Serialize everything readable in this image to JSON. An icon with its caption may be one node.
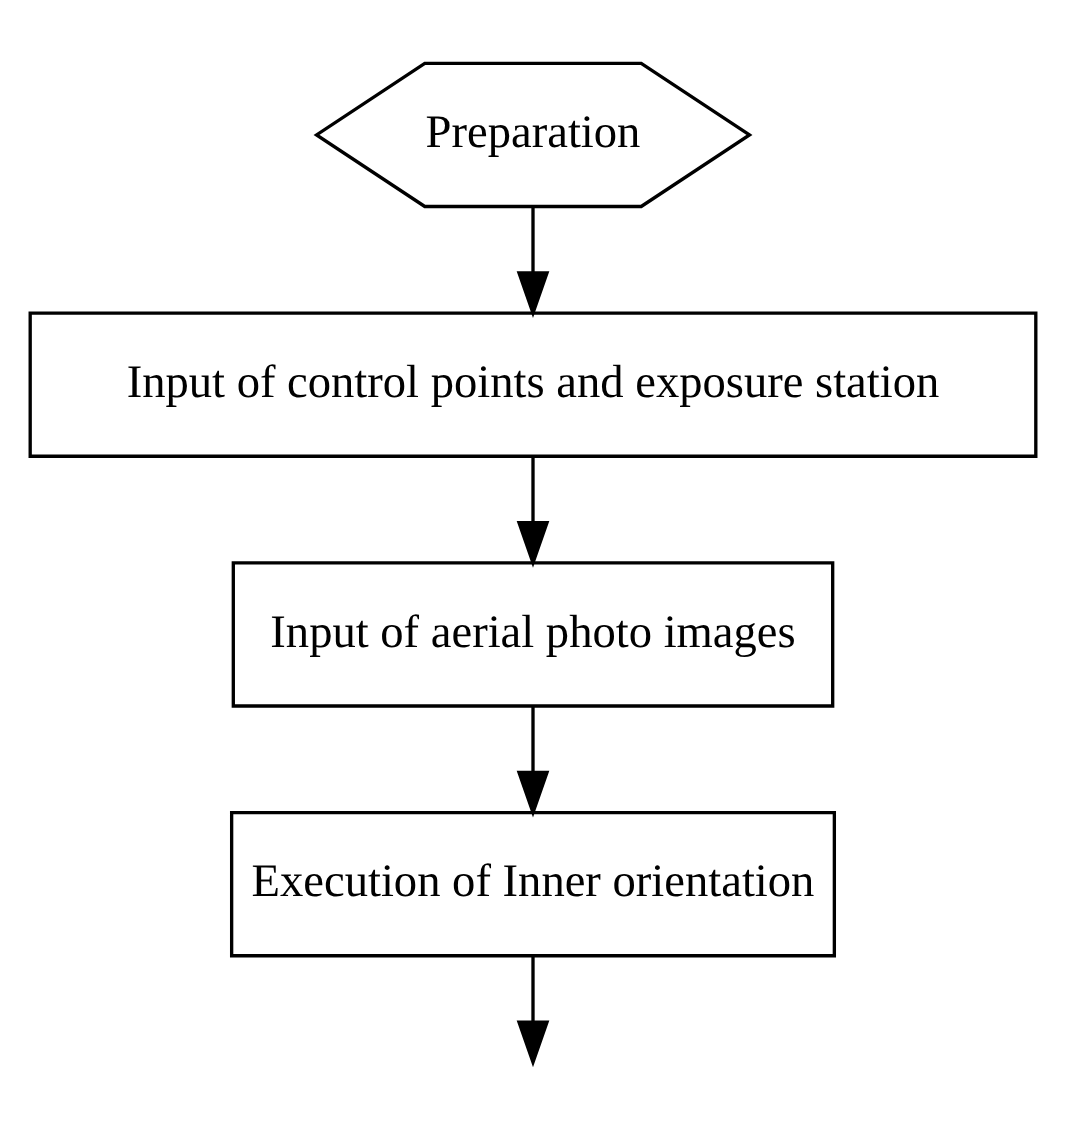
{
  "diagram": {
    "nodes": [
      {
        "text": [
          "Preparation"
        ]
      },
      {
        "text": [
          "Input of control points and exposure station"
        ]
      },
      {
        "text": [
          "Input of aerial photo images"
        ]
      },
      {
        "text": [
          "Execution of Inner orientation"
        ]
      }
    ],
    "edges": [
      {
        "from": 0,
        "to": 1,
        "arrow": "to"
      },
      {
        "from": 1,
        "to": 2,
        "arrow": "to"
      },
      {
        "from": 2,
        "to": 3,
        "arrow": "to"
      },
      {
        "from": 3,
        "to": null,
        "arrow": "to"
      }
    ]
  }
}
